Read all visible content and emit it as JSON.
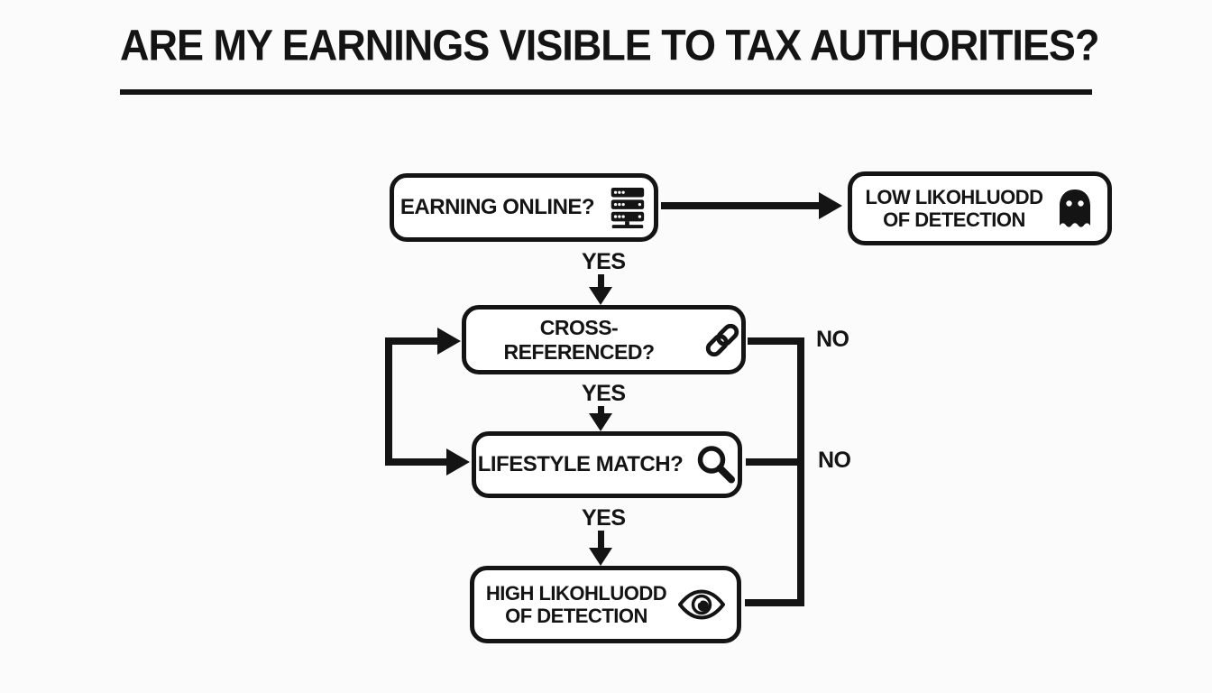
{
  "title": "ARE MY EARNINGS VISIBLE TO TAX AUTHORITIES?",
  "colors": {
    "background": "#fbfbfb",
    "ink": "#141414",
    "node_fill": "#ffffff"
  },
  "flowchart": {
    "nodes": [
      {
        "id": "earning-online",
        "label": "EARNING ONLINE?",
        "icon": "server-icon"
      },
      {
        "id": "low-likelihood",
        "line1": "LOW LIKOHLUODD",
        "line2": "OF DETECTION",
        "icon": "ghost-icon"
      },
      {
        "id": "cross-referenced",
        "label": "CROSS-REFERENCED?",
        "icon": "link-icon"
      },
      {
        "id": "lifestyle-match",
        "label": "LIFESTYLE MATCH?",
        "icon": "magnifier-icon"
      },
      {
        "id": "high-likelihood",
        "line1": "HIGH LIKOHLUODD",
        "line2": "OF DETECTION",
        "icon": "eye-icon"
      }
    ],
    "labels": {
      "yes_1": "YES",
      "yes_2": "YES",
      "yes_3": "YES",
      "no_1": "NO",
      "no_2": "NO"
    }
  }
}
